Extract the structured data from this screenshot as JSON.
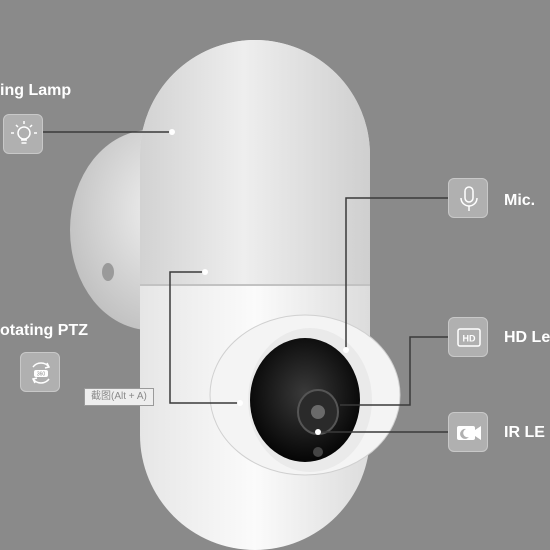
{
  "features": {
    "lighting_lamp": "ing Lamp",
    "rotating_ptz": "otating PTZ",
    "mic": "Mic.",
    "hd_lens": "HD Le",
    "ir_led": "IR LE"
  },
  "icons": {
    "lamp": "lightbulb-icon",
    "ptz": "rotate-360-icon",
    "mic": "microphone-icon",
    "hd": "hd-badge-icon",
    "ir": "night-vision-icon",
    "hd_badge_text": "HD"
  },
  "tooltip": {
    "text": "截图(Alt + A)"
  },
  "colors": {
    "background": "#8a8a8a",
    "label": "#ffffff",
    "icon_bg": "#b0b0b0",
    "callout_line": "#3a3a3a"
  }
}
